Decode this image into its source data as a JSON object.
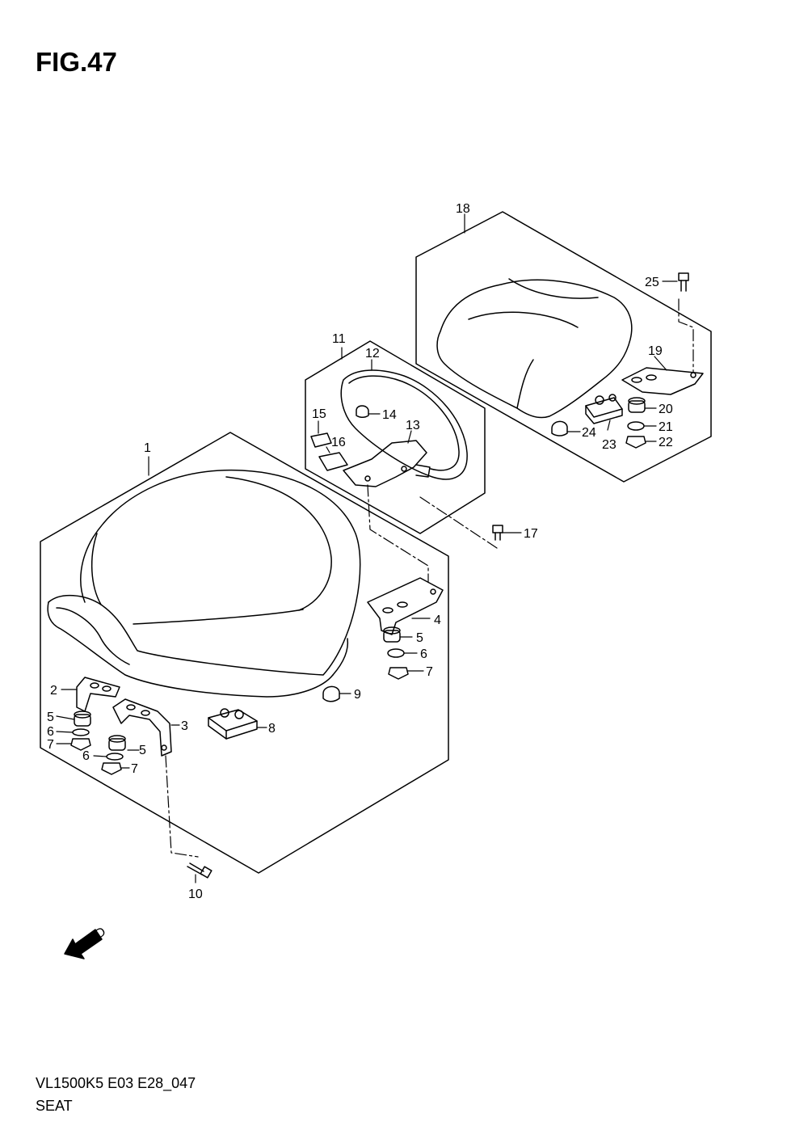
{
  "figure": {
    "title": "FIG.47",
    "code": "VL1500K5 E03 E28_047",
    "name": "SEAT"
  },
  "fwd_label": "FWD",
  "callouts": [
    {
      "id": "c1",
      "label": "1"
    },
    {
      "id": "c2",
      "label": "2"
    },
    {
      "id": "c3",
      "label": "3"
    },
    {
      "id": "c4",
      "label": "4"
    },
    {
      "id": "c5a",
      "label": "5"
    },
    {
      "id": "c5b",
      "label": "5"
    },
    {
      "id": "c5c",
      "label": "5"
    },
    {
      "id": "c6a",
      "label": "6"
    },
    {
      "id": "c6b",
      "label": "6"
    },
    {
      "id": "c6c",
      "label": "6"
    },
    {
      "id": "c7a",
      "label": "7"
    },
    {
      "id": "c7b",
      "label": "7"
    },
    {
      "id": "c7c",
      "label": "7"
    },
    {
      "id": "c8",
      "label": "8"
    },
    {
      "id": "c9",
      "label": "9"
    },
    {
      "id": "c10",
      "label": "10"
    },
    {
      "id": "c11",
      "label": "11"
    },
    {
      "id": "c12",
      "label": "12"
    },
    {
      "id": "c13",
      "label": "13"
    },
    {
      "id": "c14",
      "label": "14"
    },
    {
      "id": "c15",
      "label": "15"
    },
    {
      "id": "c16",
      "label": "16"
    },
    {
      "id": "c17",
      "label": "17"
    },
    {
      "id": "c18",
      "label": "18"
    },
    {
      "id": "c19",
      "label": "19"
    },
    {
      "id": "c20",
      "label": "20"
    },
    {
      "id": "c21",
      "label": "21"
    },
    {
      "id": "c22",
      "label": "22"
    },
    {
      "id": "c23",
      "label": "23"
    },
    {
      "id": "c24",
      "label": "24"
    },
    {
      "id": "c25",
      "label": "25"
    }
  ]
}
